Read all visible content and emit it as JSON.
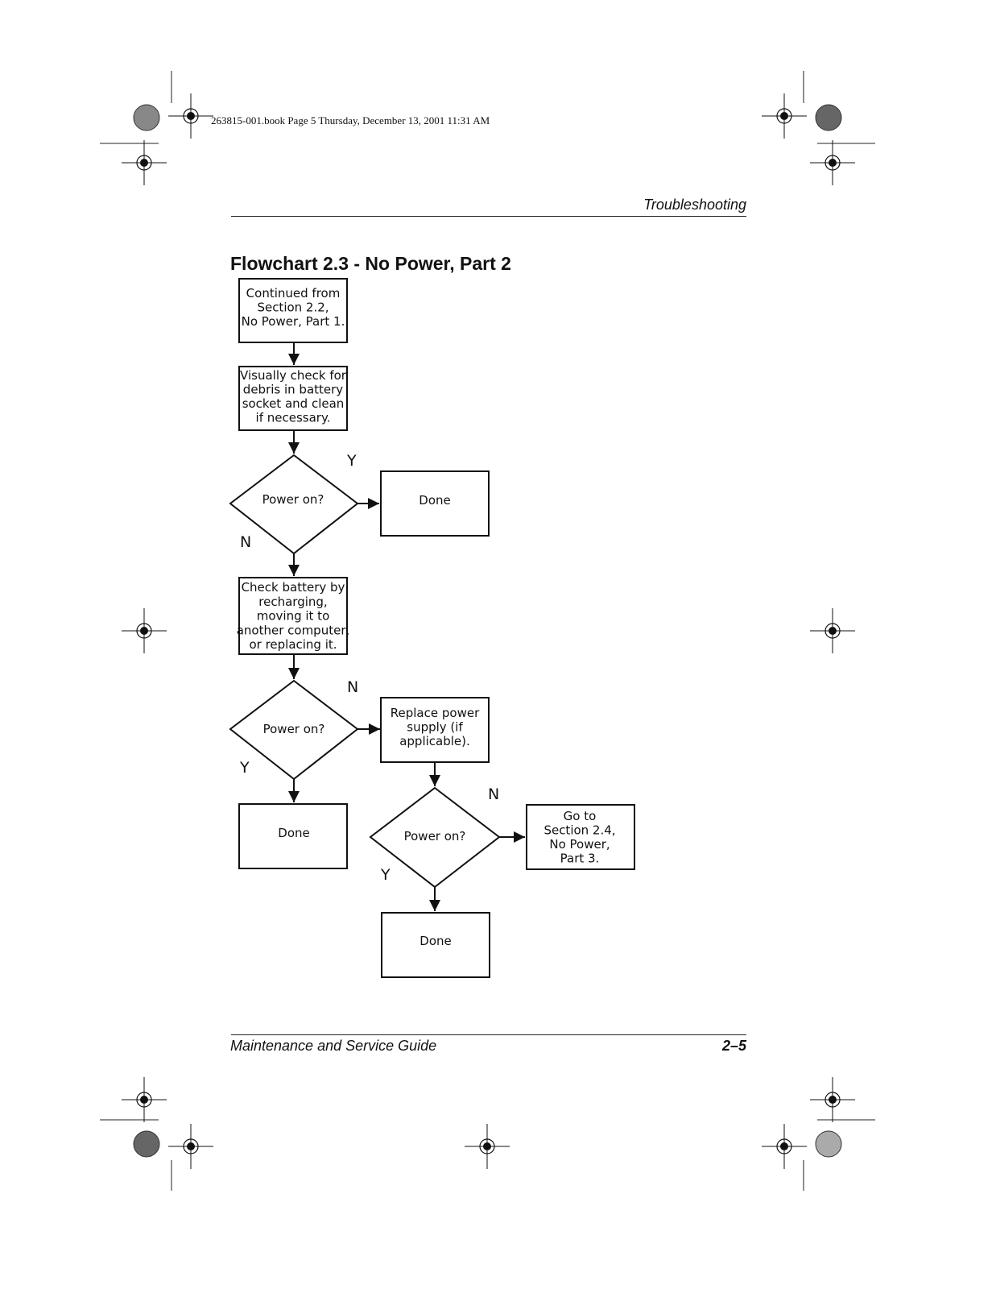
{
  "slug": "263815-001.book  Page 5  Thursday, December 13, 2001  11:31 AM",
  "header": {
    "section": "Troubleshooting"
  },
  "title": "Flowchart 2.3 - No Power, Part 2",
  "footer": {
    "guide": "Maintenance and Service Guide",
    "page": "2–5"
  },
  "flowchart": {
    "nodes": {
      "start": [
        "Continued from",
        "Section 2.2,",
        "No Power, Part 1."
      ],
      "check_debris": [
        "Visually check for",
        "debris in battery",
        "socket and clean",
        "if necessary."
      ],
      "decision1": [
        "Power on?"
      ],
      "done1": [
        "Done"
      ],
      "check_battery": [
        "Check battery by",
        "recharging,",
        "moving it to",
        "another computer,",
        "or replacing it."
      ],
      "decision2": [
        "Power on?"
      ],
      "replace_power": [
        "Replace power",
        "supply (if",
        "applicable)."
      ],
      "done2": [
        "Done"
      ],
      "decision3": [
        "Power on?"
      ],
      "goto": [
        "Go to",
        "Section 2.4,",
        "No Power,",
        "Part 3."
      ],
      "done3": [
        "Done"
      ]
    },
    "labels": {
      "d1_yes": "Y",
      "d1_no": "N",
      "d2_no": "N",
      "d2_yes": "Y",
      "d3_no": "N",
      "d3_yes": "Y"
    }
  }
}
